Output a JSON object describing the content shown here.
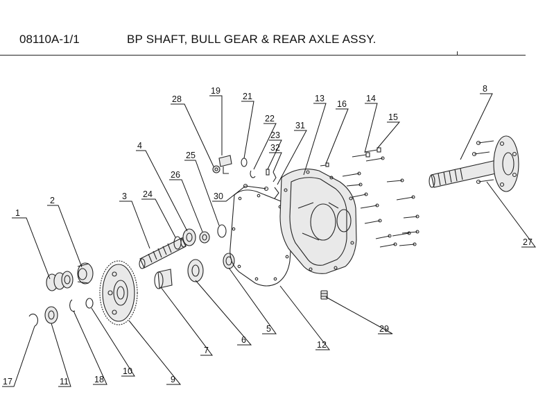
{
  "header": {
    "part_code": "08110A-1/1",
    "title": "BP SHAFT, BULL GEAR & REAR AXLE ASSY."
  },
  "callouts": {
    "c1": "1",
    "c2": "2",
    "c3": "3",
    "c4": "4",
    "c5": "5",
    "c6": "6",
    "c7": "7",
    "c8": "8",
    "c9": "9",
    "c10": "10",
    "c11": "11",
    "c12": "12",
    "c13": "13",
    "c14": "14",
    "c15": "15",
    "c16": "16",
    "c17": "17",
    "c18": "18",
    "c19": "19",
    "c21": "21",
    "c22": "22",
    "c23": "23",
    "c24": "24",
    "c25": "25",
    "c26": "26",
    "c27": "27",
    "c28": "28",
    "c29": "29",
    "c30": "30",
    "c31": "31",
    "c32": "32"
  }
}
